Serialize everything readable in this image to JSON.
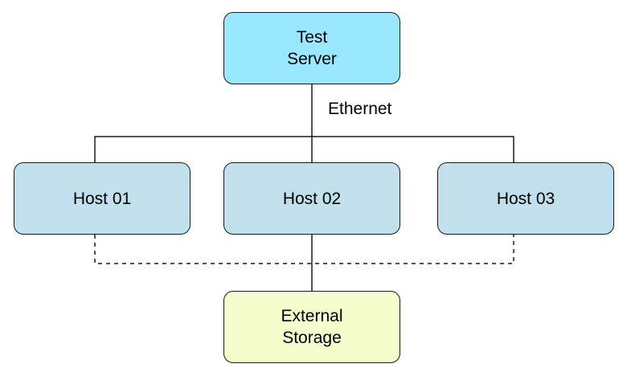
{
  "nodes": {
    "test_server": {
      "line1": "Test",
      "line2": "Server",
      "fill": "#99e8ff"
    },
    "host_01": {
      "label": "Host 01",
      "fill": "#bfe0ec"
    },
    "host_02": {
      "label": "Host 02",
      "fill": "#bfe0ec"
    },
    "host_03": {
      "label": "Host 03",
      "fill": "#bfe0ec"
    },
    "external_storage": {
      "line1": "External",
      "line2": "Storage",
      "fill": "#f5fccd"
    }
  },
  "links": {
    "ethernet_label": "Ethernet",
    "ethernet_style": "solid",
    "storage_style": "dashed"
  },
  "colors": {
    "stroke": "#1a1a1a",
    "background": "#ffffff"
  }
}
